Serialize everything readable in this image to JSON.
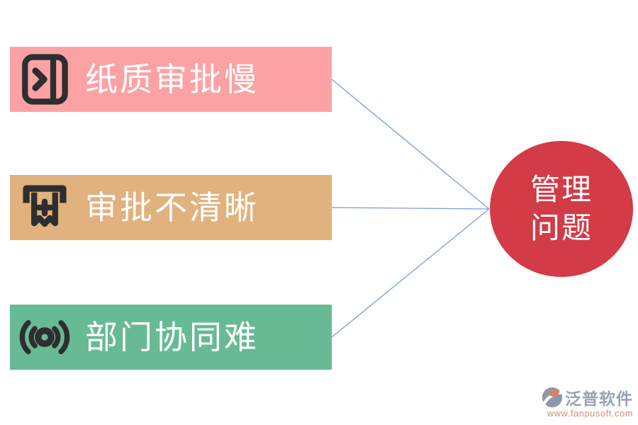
{
  "diagram": {
    "icon_color": "#2E2E2E",
    "connector_color": "#7A9BD8",
    "items": [
      {
        "label": "纸质审批慢",
        "color": "#FCA2A4",
        "icon": "door-exit-icon"
      },
      {
        "label": "审批不清晰",
        "color": "#E1B17E",
        "icon": "receipt-printer-icon"
      },
      {
        "label": "部门协同难",
        "color": "#67BA94",
        "icon": "broadcast-signal-icon"
      }
    ],
    "center": {
      "lines": [
        "管理",
        "问题"
      ],
      "color": "#D33B47"
    }
  },
  "watermark": {
    "brand": "泛普软件",
    "url": "www.fanpusoft.com",
    "brand_color": "#99A1B3",
    "url_color": "#D98A74",
    "logo": {
      "gray": "#8E96A9",
      "accent": "#D9806C"
    }
  }
}
